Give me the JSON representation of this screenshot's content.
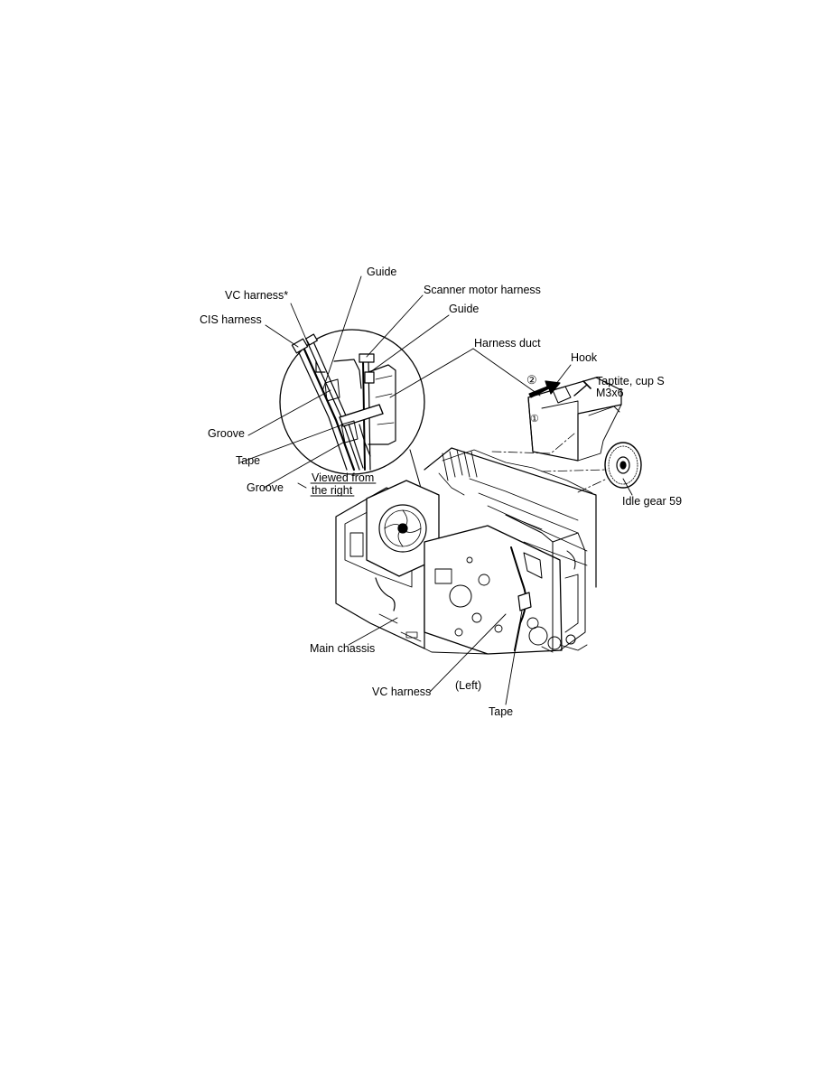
{
  "figure": {
    "labels": {
      "guide_top": "Guide",
      "vc_harness_star": "VC harness*",
      "scanner_motor_harness": "Scanner motor harness",
      "cis_harness": "CIS harness",
      "guide_right": "Guide",
      "harness_duct": "Harness duct",
      "hook": "Hook",
      "taptite_line1": "Taptite, cup S",
      "taptite_line2": "M3x6",
      "groove_upper": "Groove",
      "tape_left": "Tape",
      "groove_lower": "Groove",
      "viewed_from_line1": "Viewed from",
      "viewed_from_line2": "the right",
      "idle_gear": "Idle gear 59",
      "main_chassis": "Main chassis",
      "vc_harness": "VC harness",
      "left_note": "(Left)",
      "tape_bottom": "Tape",
      "step_1": "①",
      "step_2": "②"
    },
    "colors": {
      "ink": "#000000",
      "paper": "#ffffff",
      "shade": "#9a9a9a"
    }
  }
}
